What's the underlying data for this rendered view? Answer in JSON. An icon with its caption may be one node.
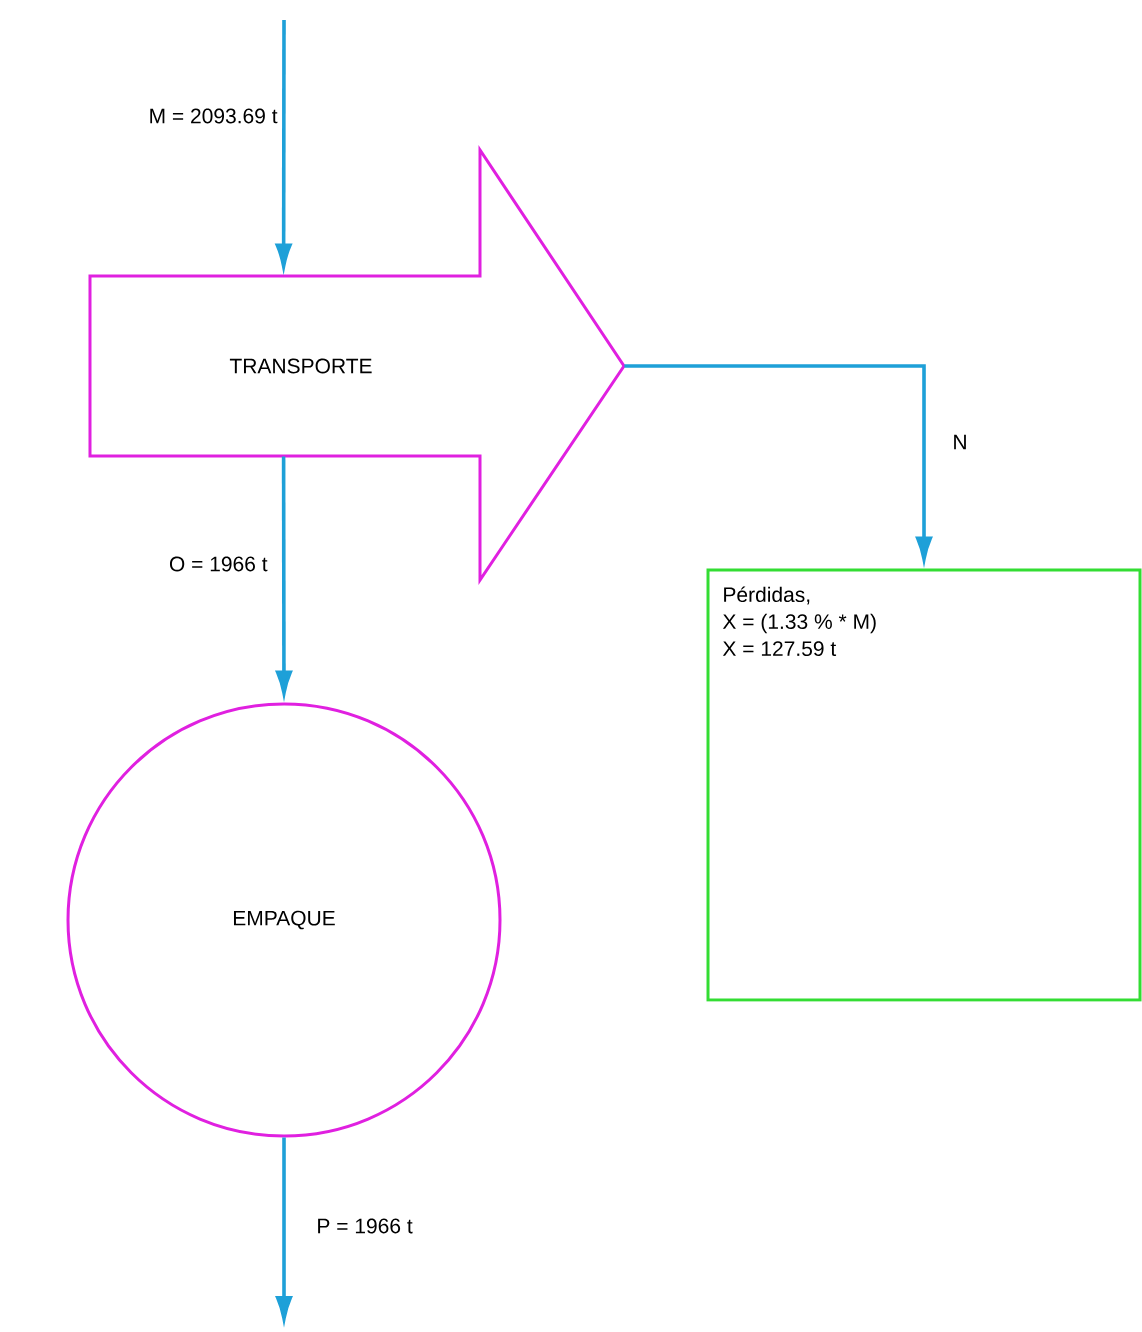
{
  "diagram": {
    "nodes": [
      {
        "text": [
          "TRANSPORTE"
        ]
      },
      {
        "text": [
          "Pérdidas,",
          "X = (1.33 % * M)",
          "X = 127.59 t"
        ]
      },
      {
        "text": [
          "EMPAQUE"
        ]
      }
    ],
    "edges": [
      {
        "from": null,
        "to": 0,
        "arrow": "to",
        "label": "M = 2093.69 t"
      },
      {
        "from": 0,
        "to": 2,
        "arrow": "to",
        "label": "O = 1966 t"
      },
      {
        "from": 0,
        "to": 1,
        "arrow": "to",
        "label": "N"
      },
      {
        "from": 2,
        "to": null,
        "arrow": "to",
        "label": "P = 1966 t"
      }
    ]
  }
}
